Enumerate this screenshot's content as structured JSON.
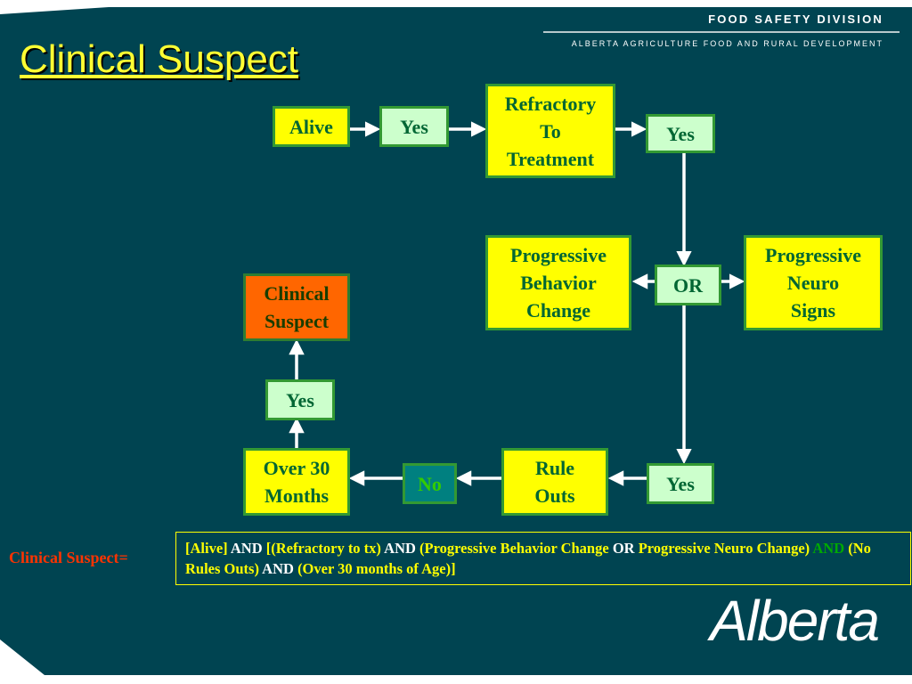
{
  "header": {
    "division": "FOOD SAFETY DIVISION",
    "department": "ALBERTA AGRICULTURE FOOD AND RURAL DEVELOPMENT"
  },
  "title": "Clinical Suspect",
  "nodes": {
    "alive": "Alive",
    "yes1": "Yes",
    "refractory": "Refractory\nTo\nTreatment",
    "yes2": "Yes",
    "behavior": "Progressive\nBehavior\nChange",
    "or": "OR",
    "neuro": "Progressive\nNeuro\nSigns",
    "clinical": "Clinical\nSuspect",
    "yes3": "Yes",
    "over30": "Over 30\nMonths",
    "no": "No",
    "ruleouts": "Rule\nOuts",
    "yes4": "Yes"
  },
  "formula": {
    "label": "Clinical  Suspect=",
    "p1": "[Alive]",
    "p2": " AND ",
    "p3": "[(Refractory to tx)",
    "p4": " AND ",
    "p5": "(Progressive Behavior Change",
    "p6": " OR ",
    "p7": "Progressive Neuro Change)",
    "p8": " AND ",
    "p9": "(No Rules Outs)",
    "p10": " AND ",
    "p11": "(Over 30 months of Age)]"
  },
  "logo": "Alberta"
}
